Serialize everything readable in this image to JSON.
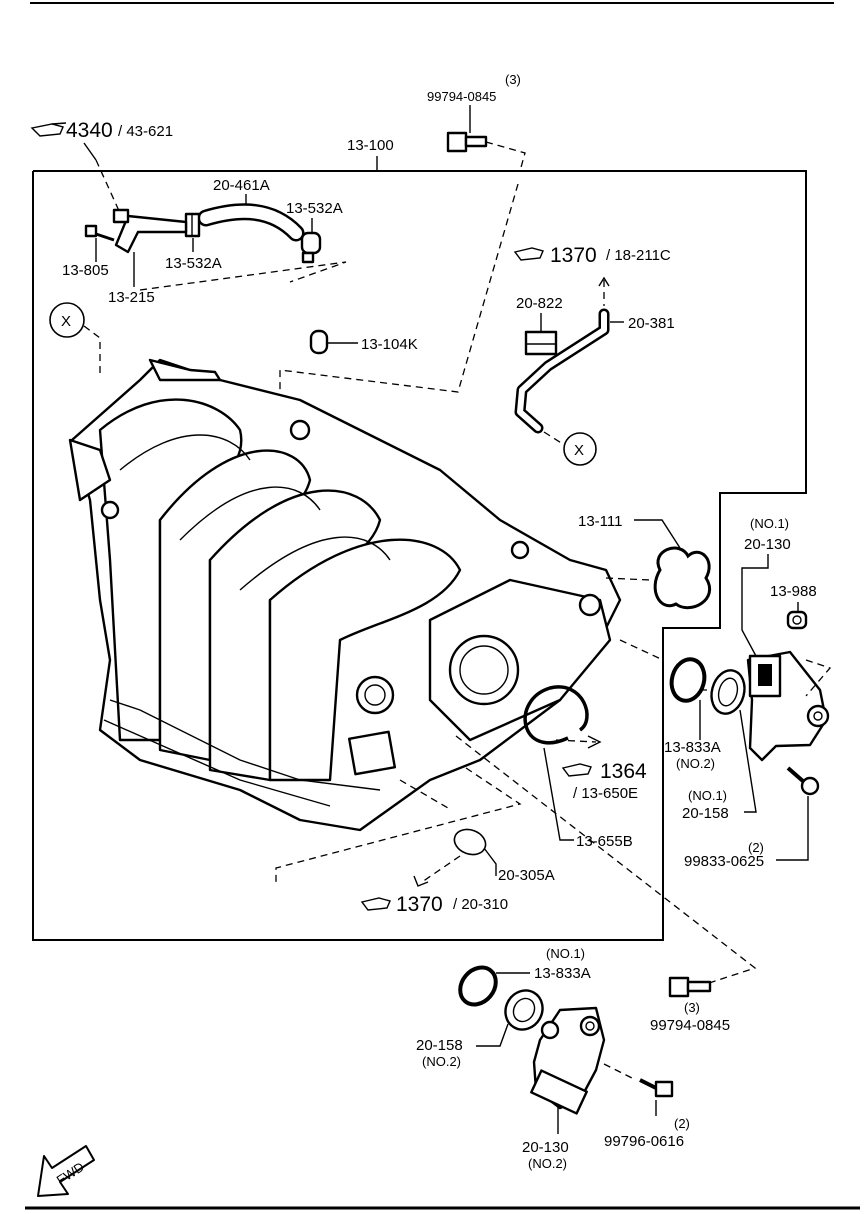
{
  "labels": {
    "main_assembly": "13-100",
    "bolt_top_qty": "(3)",
    "bolt_top": "99794-0845",
    "ref_4340_num": "4340",
    "ref_4340_sub": "/ 43-621",
    "hose": "20-461A",
    "clamp_right": "13-532A",
    "clamp_left": "13-532A",
    "screw": "13-805",
    "pipe_fitting": "13-215",
    "cap": "13-104K",
    "ref_1370_top_num": "1370",
    "ref_1370_top_sub": "/ 18-211C",
    "clip": "20-822",
    "tube": "20-381",
    "marker_x": "X",
    "gasket_111": "13-111",
    "no1_top": "(NO.1)",
    "housing_130_top": "20-130",
    "plug_988": "13-988",
    "oring_833a_top": "13-833A",
    "no2_833a": "(NO.2)",
    "ref_1364_num": "1364",
    "ref_1364_sub": "/ 13-650E",
    "no1_158": "(NO.1)",
    "gasket_158_top": "20-158",
    "bolt_mid_qty": "(2)",
    "bolt_mid": "99833-0625",
    "gasket_655b": "13-655B",
    "oring_305a": "20-305A",
    "ref_1370_bot_num": "1370",
    "ref_1370_bot_sub": "/ 20-310",
    "no1_bottom": "(NO.1)",
    "oring_833a_bot": "13-833A",
    "bolt_bot_qty": "(3)",
    "bolt_bot": "99794-0845",
    "gasket_158_bot": "20-158",
    "no2_158": "(NO.2)",
    "bolt_low_qty": "(2)",
    "bolt_low": "99796-0616",
    "housing_130_bot": "20-130",
    "no2_130": "(NO.2)",
    "fwd": "FWD"
  },
  "icons": {
    "reference": "pointing-hand-icon",
    "direction": "fwd-arrow-icon"
  }
}
